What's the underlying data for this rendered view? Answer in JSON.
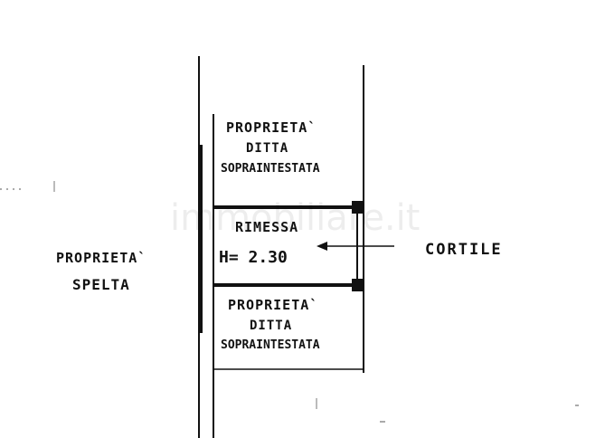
{
  "watermark": "immobiliare.it",
  "rooms": {
    "top": {
      "line1": "PROPRIETA`",
      "line2": "DITTA",
      "line3": "SOPRAINTESTATA"
    },
    "middle": {
      "name": "RIMESSA",
      "height": "H= 2.30"
    },
    "bottom": {
      "line1": "PROPRIETA`",
      "line2": "DITTA",
      "line3": "SOPRAINTESTATA"
    }
  },
  "left_label": {
    "line1": "PROPRIETA`",
    "line2": "SPELTA"
  },
  "right_label": "CORTILE"
}
